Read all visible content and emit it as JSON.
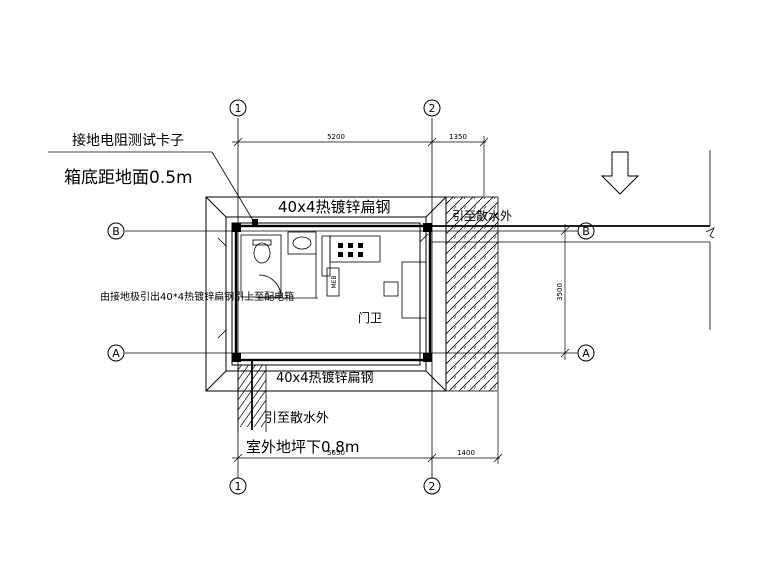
{
  "grid": {
    "axis_1": "1",
    "axis_2": "2",
    "axis_a": "A",
    "axis_b": "B"
  },
  "dimensions": {
    "top_span_1_2": "5200",
    "top_span_right": "1350",
    "bottom_span_1_2": "5650",
    "bottom_span_right": "1400",
    "height_a_b": "3500"
  },
  "annotations": {
    "test_clamp": "接地电阻测试卡子",
    "box_height": "箱底距地面0.5m",
    "top_conductor": "40x4热镀锌扁钢",
    "right_lead_out": "引至散水外",
    "left_conductor": "由接地极引出40*4热镀锌扁钢引上至配电箱",
    "meb_label": "MEB",
    "room_name": "门卫",
    "bottom_conductor": "40x4热镀锌扁钢",
    "bottom_lead_out": "引至散水外",
    "bury_depth": "室外地坪下0.8m"
  },
  "symbols": {
    "arrow": "down-arrow-icon"
  }
}
